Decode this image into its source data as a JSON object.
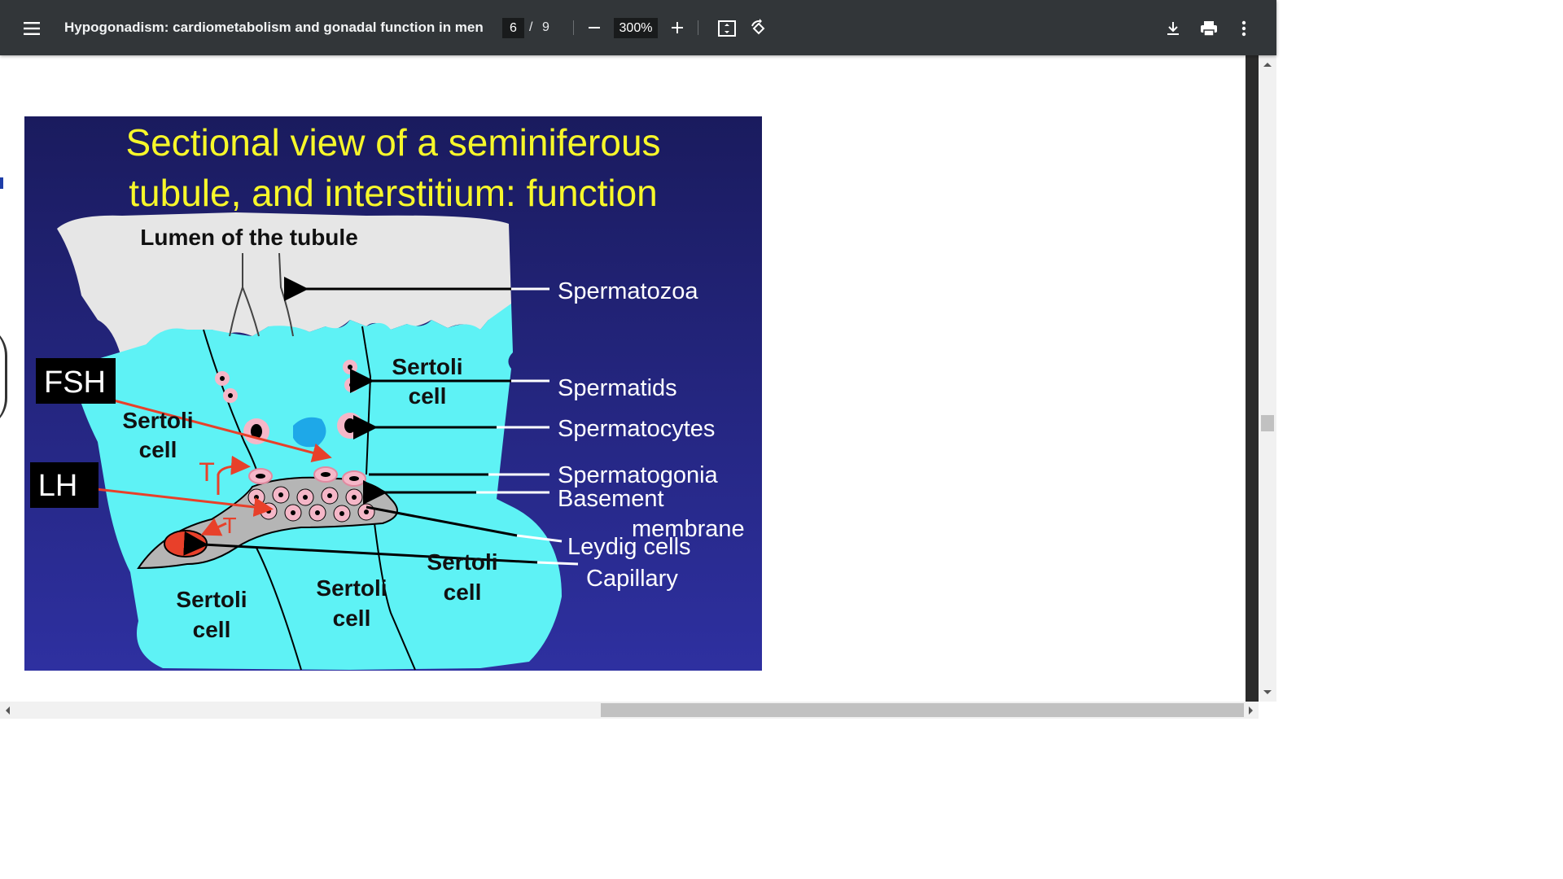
{
  "toolbar": {
    "title": "Hypogonadism: cardiometabolism and gonadal function in men",
    "page_current": "6",
    "page_separator": "/",
    "page_total": "9",
    "zoom": "300%",
    "icons": [
      "menu-icon",
      "zoom-out-icon",
      "zoom-in-icon",
      "fit-page-icon",
      "rotate-icon",
      "download-icon",
      "print-icon",
      "more-vert-icon"
    ]
  },
  "slide": {
    "title_line1": "Sectional view of a seminiferous",
    "title_line2": "tubule, and interstitium: function",
    "lumen_label": "Lumen of the tubule",
    "hormones": {
      "fsh": "FSH",
      "lh": "LH",
      "t1": "T",
      "t2": "T"
    },
    "sertoli": {
      "top_line1": "Sertoli",
      "top_line2": "cell",
      "left_line1": "Sertoli",
      "left_line2": "cell",
      "bl_line1": "Sertoli",
      "bl_line2": "cell",
      "bm_line1": "Sertoli",
      "bm_line2": "cell",
      "br_line1": "Sertoli",
      "br_line2": "cell"
    },
    "labels": {
      "spermatozoa": "Spermatozoa",
      "spermatids": "Spermatids",
      "spermatocytes": "Spermatocytes",
      "spermatogonia": "Spermatogonia",
      "basement_line1": "Basement",
      "basement_line2": "membrane",
      "leydig": "Leydig cells",
      "capillary": "Capillary"
    },
    "colors": {
      "background": "#2a2b8a",
      "title": "#f7f72a",
      "tissue": "#5ef2f5",
      "lumen": "#e6e6e6",
      "arrow_red": "#e8402a"
    }
  }
}
